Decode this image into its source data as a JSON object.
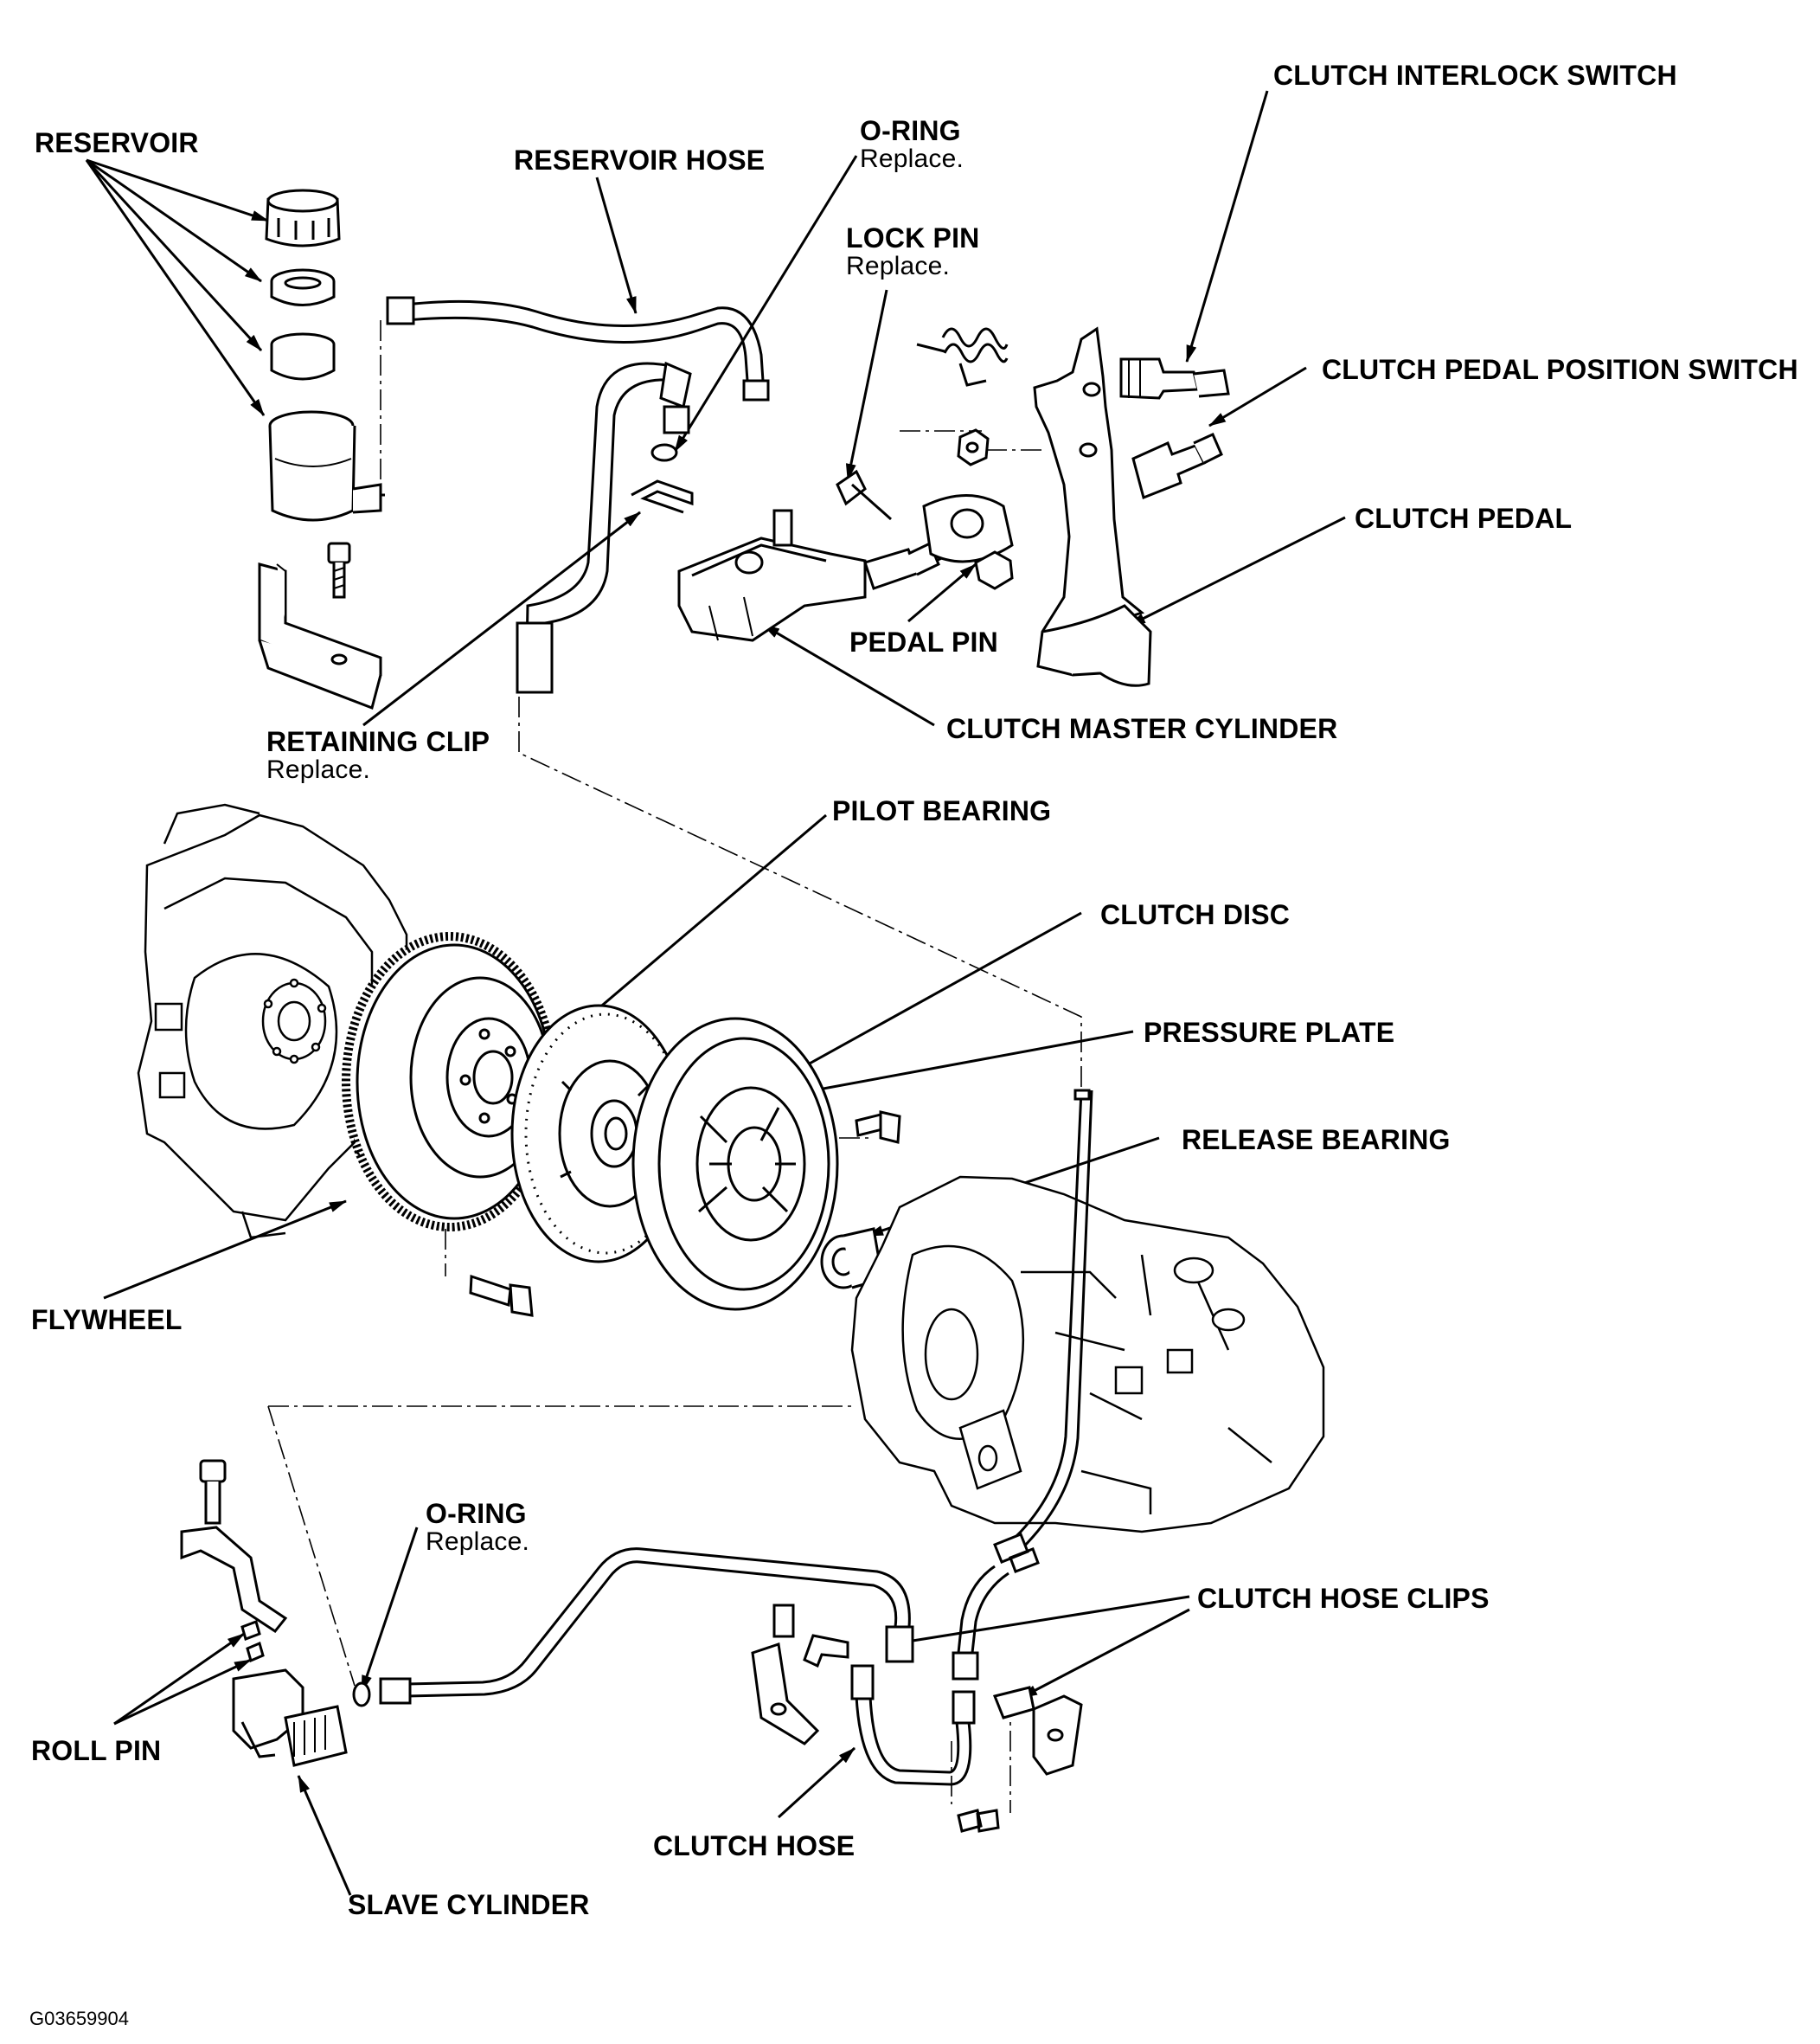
{
  "diagram": {
    "figure_id": "G03659904",
    "labels": {
      "reservoir": "RESERVOIR",
      "reservoir_hose": "RESERVOIR HOSE",
      "o_ring_top": "O-RING",
      "o_ring_top_note": "Replace.",
      "lock_pin": "LOCK PIN",
      "lock_pin_note": "Replace.",
      "clutch_interlock_switch": "CLUTCH INTERLOCK SWITCH",
      "clutch_pedal_position_switch": "CLUTCH PEDAL POSITION SWITCH",
      "clutch_pedal": "CLUTCH PEDAL",
      "pedal_pin": "PEDAL PIN",
      "clutch_master_cylinder": "CLUTCH MASTER CYLINDER",
      "retaining_clip": "RETAINING CLIP",
      "retaining_clip_note": "Replace.",
      "pilot_bearing": "PILOT BEARING",
      "clutch_disc": "CLUTCH DISC",
      "pressure_plate": "PRESSURE PLATE",
      "release_bearing": "RELEASE BEARING",
      "flywheel": "FLYWHEEL",
      "o_ring_bottom": "O-RING",
      "o_ring_bottom_note": "Replace.",
      "clutch_hose_clips": "CLUTCH HOSE CLIPS",
      "roll_pin": "ROLL PIN",
      "clutch_hose": "CLUTCH HOSE",
      "slave_cylinder": "SLAVE CYLINDER"
    }
  }
}
